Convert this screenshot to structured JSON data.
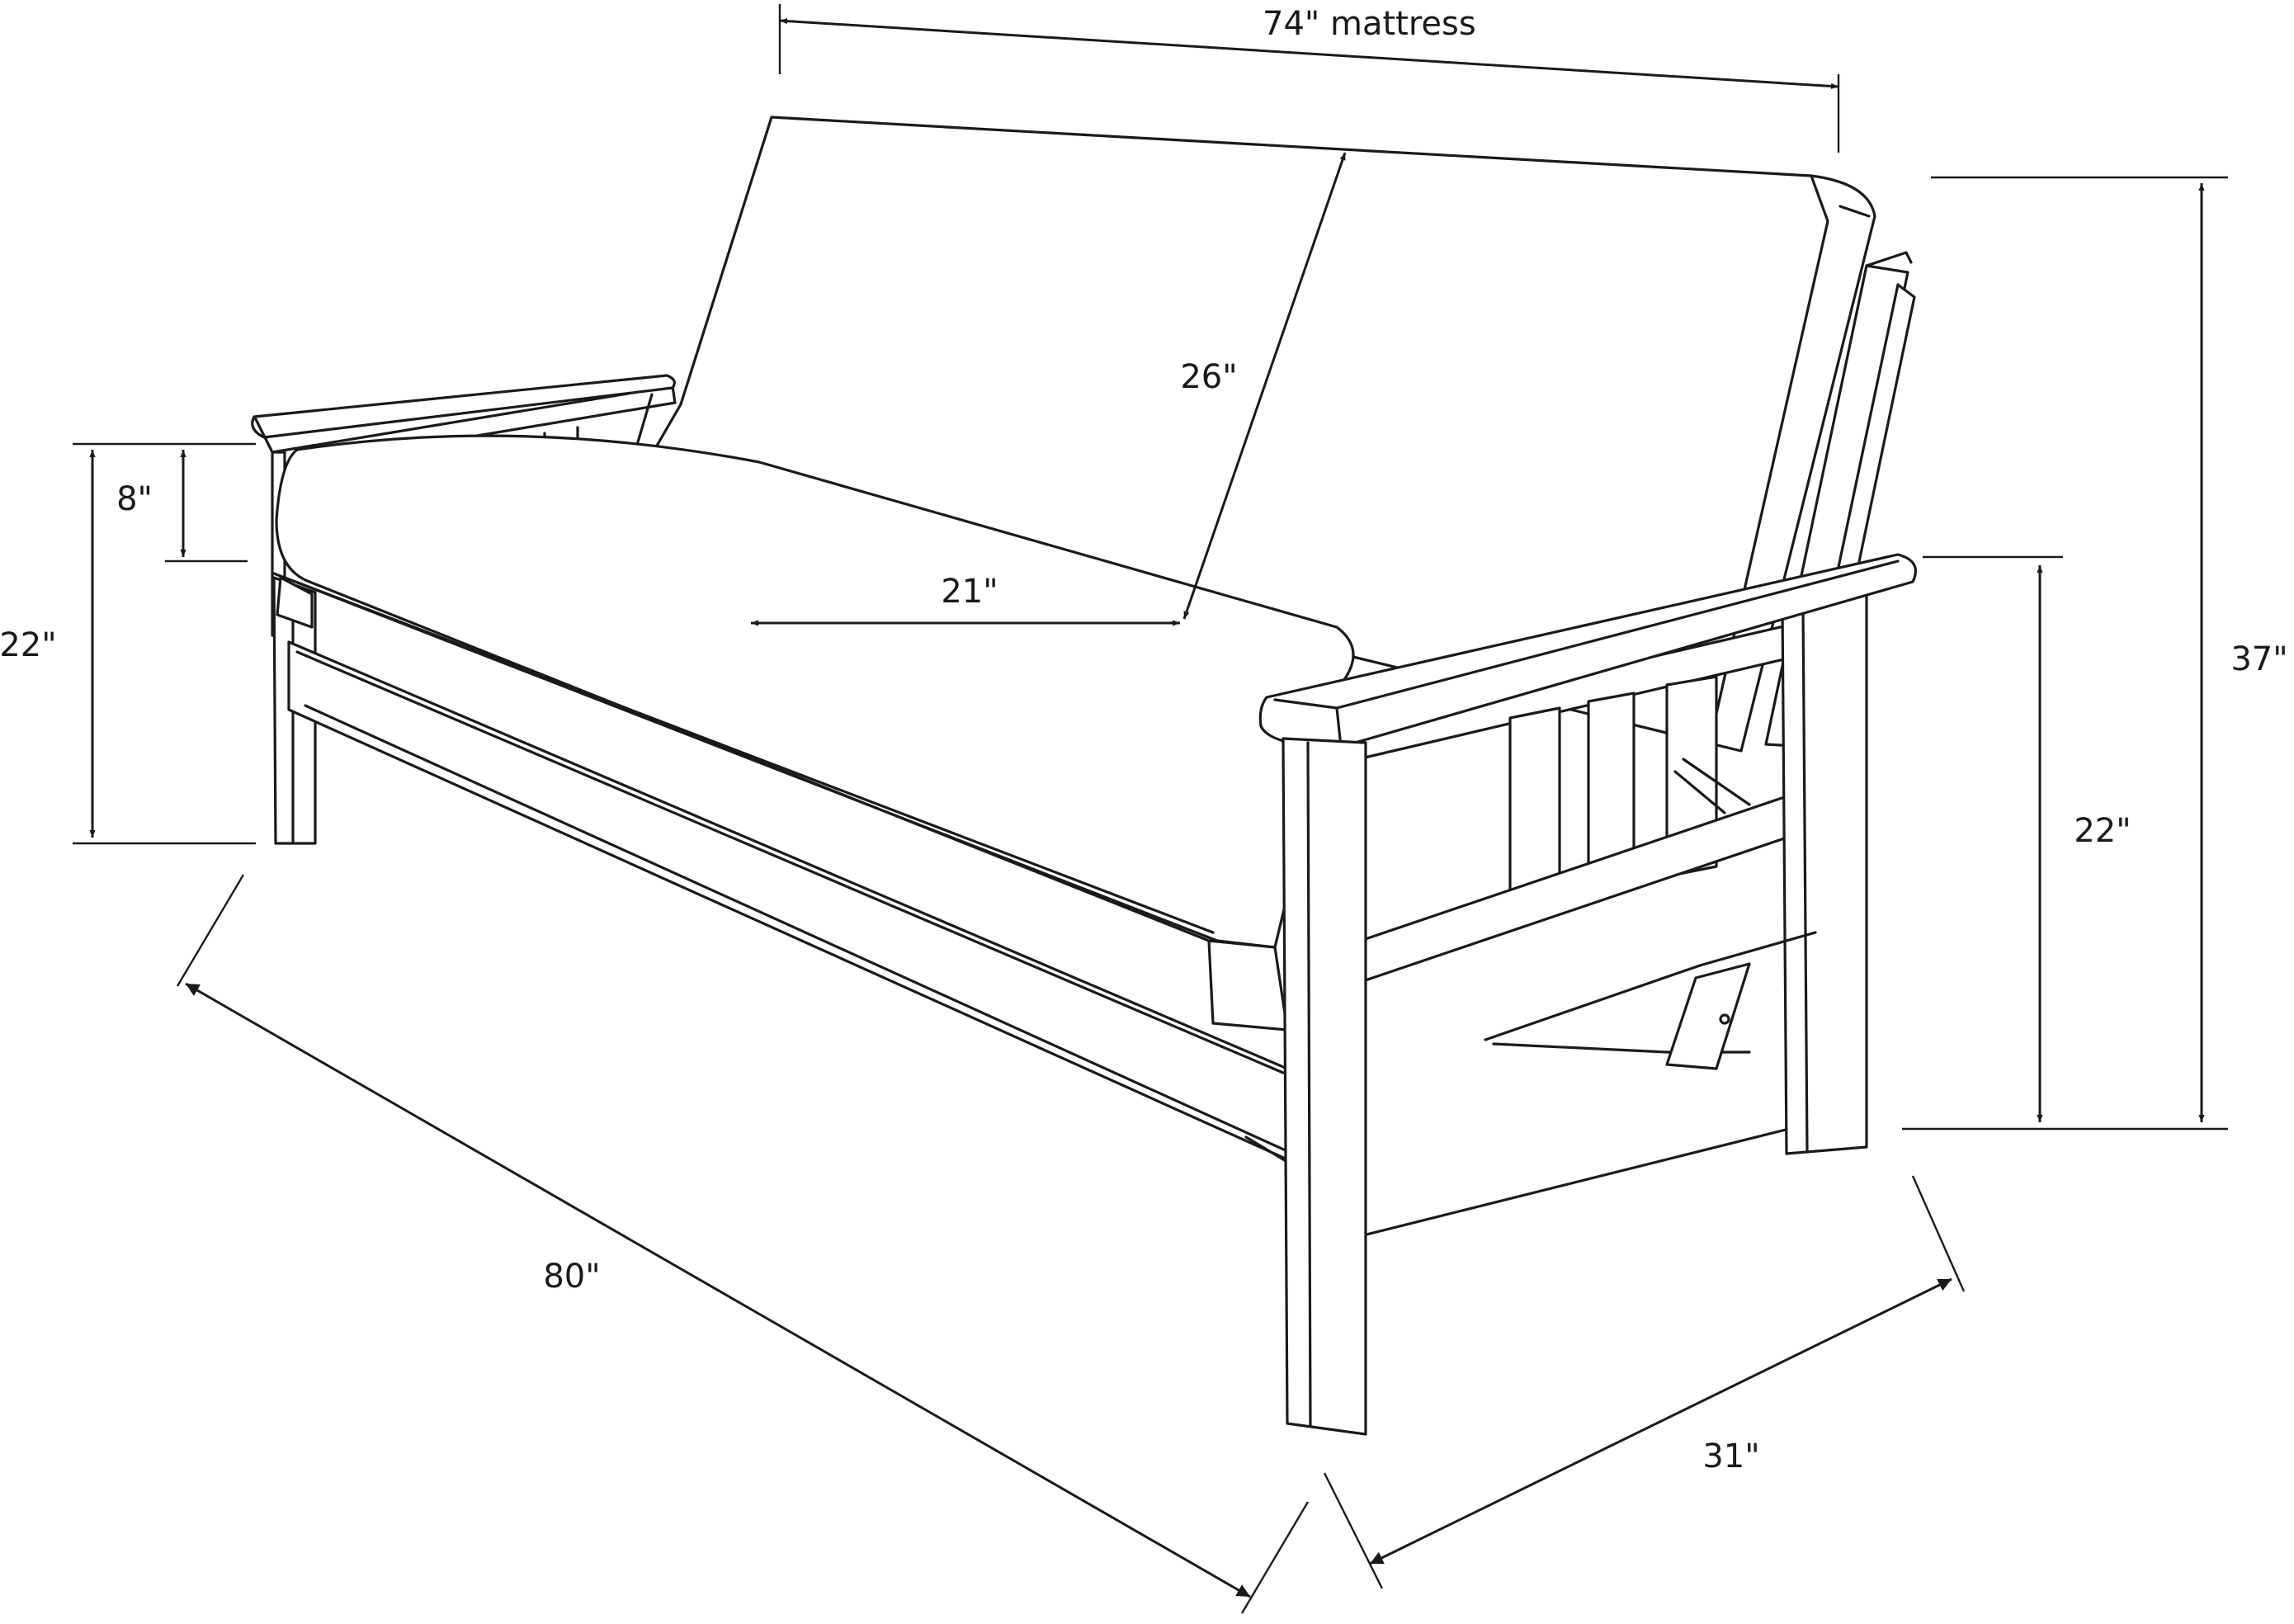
{
  "dimensions": {
    "mattress_width": "74\" mattress",
    "back_height": "26\"",
    "seat_depth": "21\"",
    "seat_thickness": "8\"",
    "seat_height_left": "22\"",
    "arm_height_right": "22\"",
    "overall_height": "37\"",
    "overall_width": "80\"",
    "overall_depth": "31\""
  }
}
